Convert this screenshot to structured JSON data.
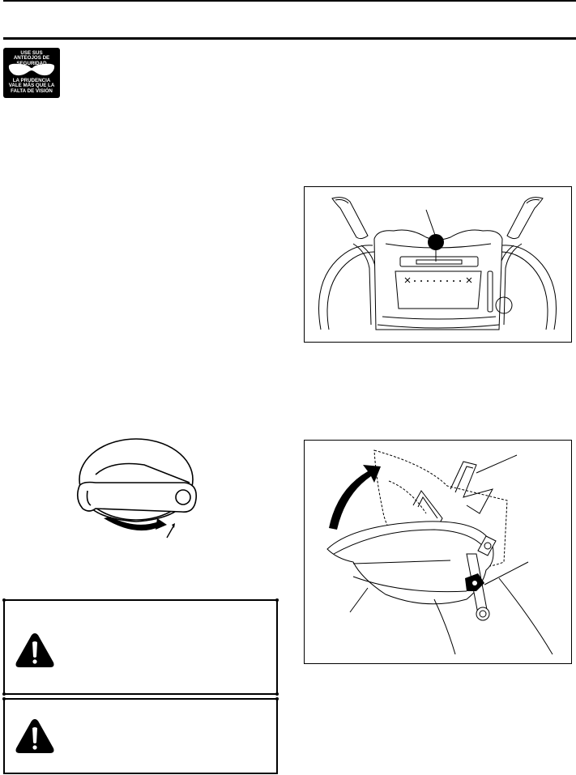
{
  "safety_badge": {
    "top_text": [
      "USE SUS",
      "ANTEOJOS DE",
      "SEGURIDAD"
    ],
    "bottom_text": [
      "LA PRUDENCIA",
      "VALE MÁS QUE LA",
      "FALTA DE VISIÓN"
    ]
  },
  "colors": {
    "ink": "#000000",
    "paper": "#ffffff"
  },
  "icons": {
    "badge": "safety-goggles-icon",
    "warning": "warning-triangle-icon"
  }
}
